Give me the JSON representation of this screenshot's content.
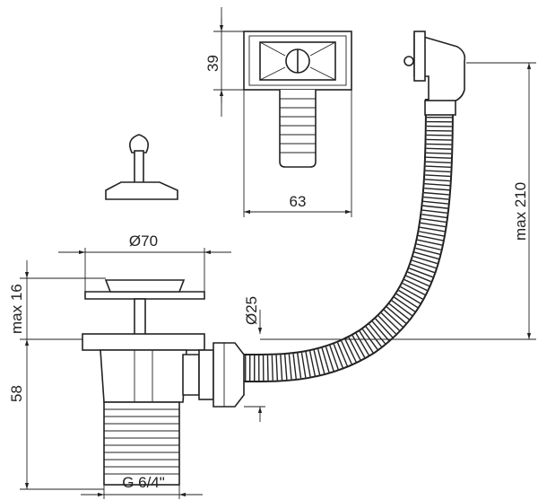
{
  "title": "Sink waste with overflow – technical drawing",
  "dimensions": {
    "overflow_height": "39",
    "overflow_width": "63",
    "hose_length": "max 210",
    "strainer_diameter": "Ø70",
    "plug_lift": "max 16",
    "outlet_diameter": "Ø25",
    "body_height": "58",
    "thread": "G 6/4\""
  },
  "colors": {
    "line": "#222222",
    "background": "#ffffff"
  }
}
